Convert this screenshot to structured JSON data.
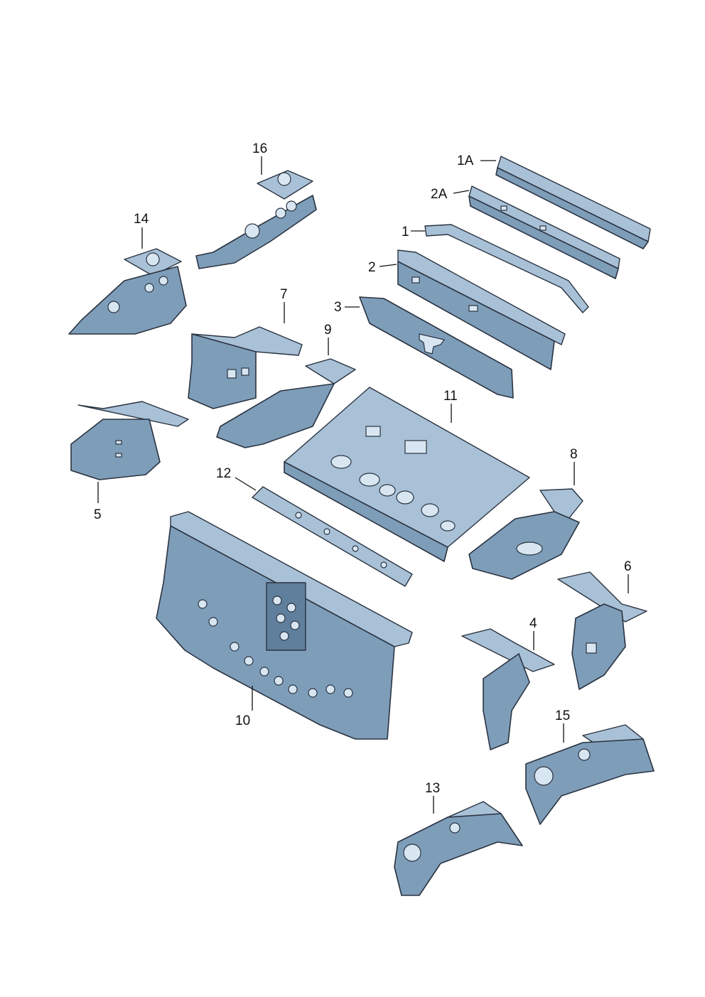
{
  "callouts": {
    "p1A": "1A",
    "p2A": "2A",
    "p1": "1",
    "p2": "2",
    "p3": "3",
    "p4": "4",
    "p5": "5",
    "p6": "6",
    "p7": "7",
    "p8": "8",
    "p9": "9",
    "p10": "10",
    "p11": "11",
    "p12": "12",
    "p13": "13",
    "p14": "14",
    "p15": "15",
    "p16": "16"
  }
}
